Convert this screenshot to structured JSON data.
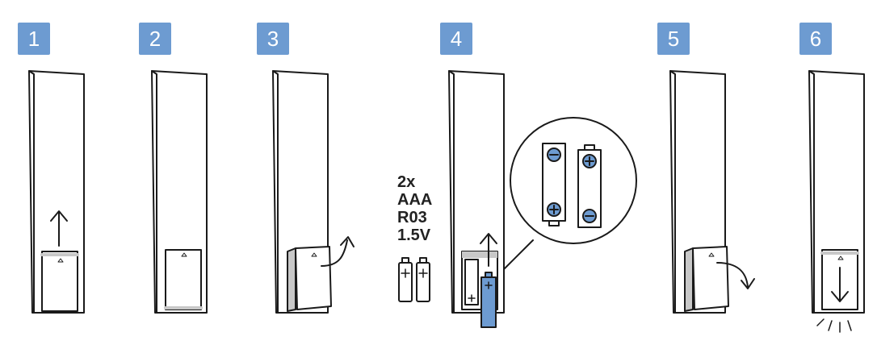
{
  "steps": [
    {
      "number": "1"
    },
    {
      "number": "2"
    },
    {
      "number": "3"
    },
    {
      "number": "4"
    },
    {
      "number": "5"
    },
    {
      "number": "6"
    }
  ],
  "battery_spec": {
    "count": "2x",
    "type": "AAA",
    "iec_code": "R03",
    "voltage": "1.5V"
  },
  "colors": {
    "badge": "#6d9bd1",
    "battery_blue": "#6d9bd1",
    "line": "#1a1a1a",
    "cover_shadow": "#c8c8c8"
  },
  "icons": [
    "up-arrow-icon",
    "curved-arrow-icon",
    "down-arrow-icon",
    "battery-icon",
    "polarity-plus-icon",
    "polarity-minus-icon"
  ]
}
